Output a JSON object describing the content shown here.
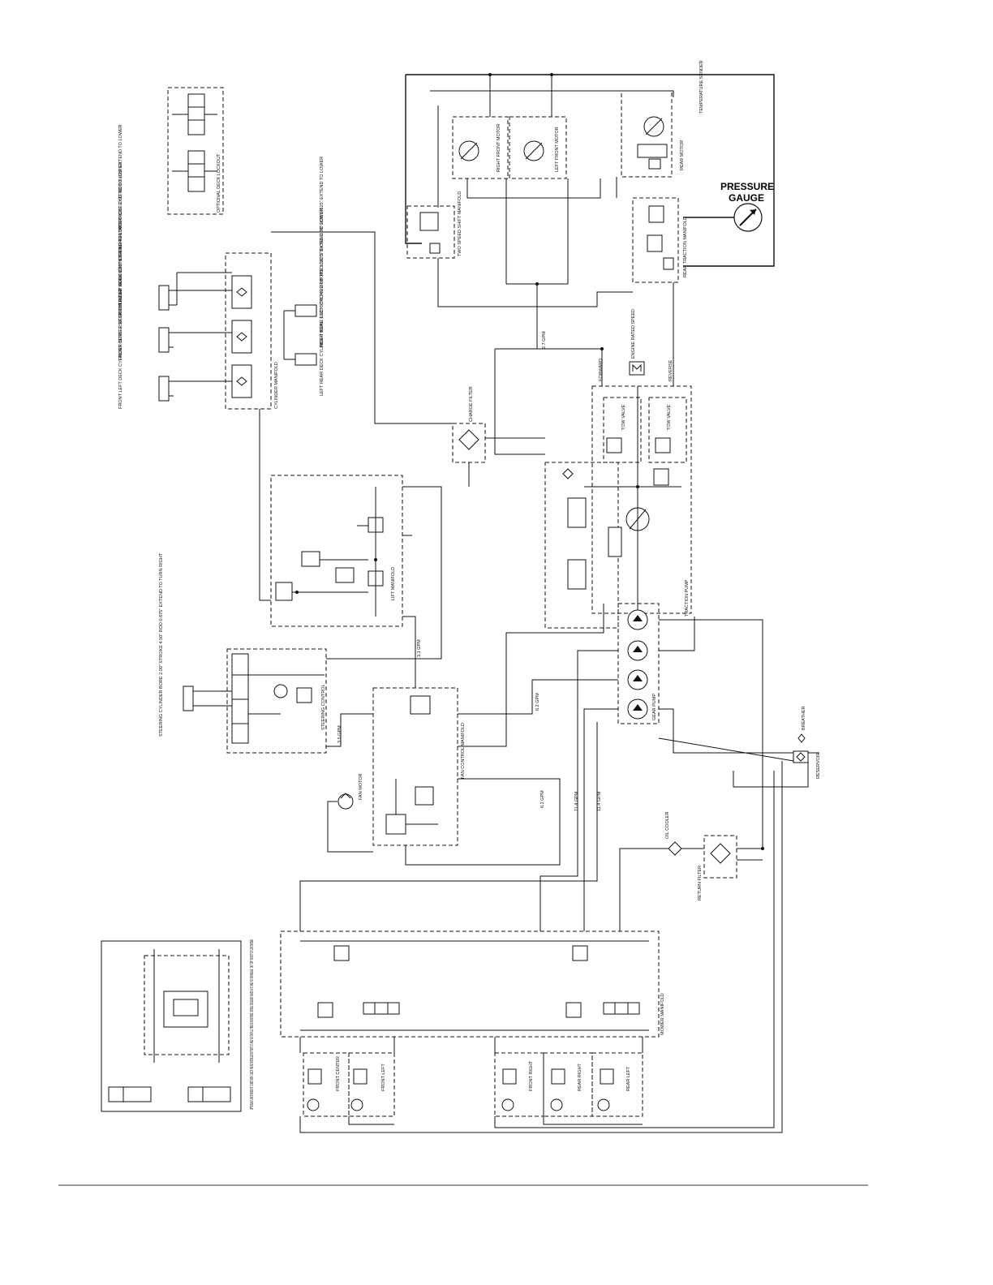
{
  "gauge": {
    "line1": "PRESSURE",
    "line2": "GAUGE"
  },
  "labels": {
    "deck_lockout": "OPTIONAL DECK LOCKOUT",
    "front_right_cyl": "FRONT RIGHT DECK CYLINDER BORE 1.50\" STROKE 2.50\" ROD 0.625\" EXTEND TO LOWER",
    "front_center_cyl": "FRONT CENTER DECK CYLINDER BORE 1.50\" STROKE 4.00\" ROD 0.625\" EXTEND TO LOWER",
    "front_left_cyl": "FRONT LEFT DECK CYLINDER BORE 1.50\" STROKE 2.50\" ROD 0.625\" EXTEND TO LOWER",
    "right_rear_cyl": "RIGHT REAR DECK CYLINDER BORE 1.50\" STROKE 2.00\" ROD 0.625\" EXTEND TO LOWER",
    "left_rear_cyl": "LEFT REAR DECK CYLINDER BORE 1.50\" STROKE 2.00\" ROD 0.625\" EXTEND TO LOWER",
    "cylinder_manifold": "CYLINDER MANIFOLD",
    "charge_filter": "CHARGE FILTER",
    "lift_manifold": "LIFT MANIFOLD",
    "steering_cyl": "STEERING CYLINDER BORE 2.00\" STROKE 4.50\" ROD 0.875\" EXTEND TO TURN RIGHT",
    "steering_control": "STEERING CONTROL",
    "fan_motor": "FAN MOTOR",
    "fan_manifold": "FAN CONTROL MANIFOLD",
    "traction_pump": "TRACTION PUMP",
    "gear_pump": "GEAR PUMP",
    "engine": "ENGINE RATED SPEED",
    "forward": "FORWARD",
    "reverse": "REVERSE",
    "tow_valve_1": "TOW VALVE",
    "tow_valve_2": "TOW VALVE",
    "rear_motor": "REAR MOTOR",
    "temp_sensor": "TEMPERATURE SENDER",
    "right_front_motor": "RIGHT FRONT MOTOR",
    "left_front_motor": "LEFT FRONT MOTOR",
    "two_speed_manifold": "TWO SPEED SHIFT MANIFOLD",
    "rear_traction_manifold": "REAR TRACTION MANIFOLD",
    "breather": "BREATHER",
    "reservoir": "RESERVOIR",
    "oil_cooler": "OIL COOLER",
    "return_filter": "RETURN FILTER",
    "mower_manifold": "MOWER MANIFOLD",
    "optional_note": "OPTIONAL FLOW DIVIDER KIT COMES WITH CHECK VALVES INSTALLED IN PORTS V1 AND V2 FOR FULL TIME FLOW DIVIDER. INSTALL SOLENOID VALVES IN V1 AND V2 FOR MANUAL \"ON\"/\"OFF\" ASSIST TO FLOW DIVIDER",
    "front_center_motor": "FRONT CENTER",
    "front_left_motor": "FRONT LEFT",
    "front_right_motor": "FRONT RIGHT",
    "rear_right_motor": "REAR RIGHT",
    "rear_left_motor": "REAR LEFT"
  },
  "flows": [
    "2.7 GPM",
    "3.1 GPM",
    "6.2 GPM",
    "3.5 GPM",
    "11.4 GPM",
    "11.4 GPM",
    "6.2 GPM"
  ]
}
